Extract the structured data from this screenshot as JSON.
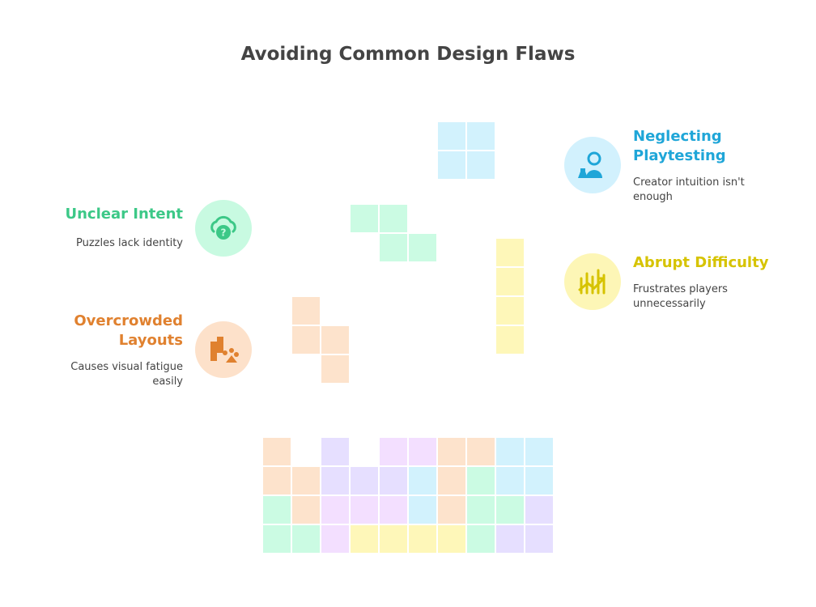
{
  "title": "Avoiding Common Design Flaws",
  "colors": {
    "orange": "#fde3cc",
    "purple": "#e6dfff",
    "pink": "#f3dfff",
    "blue": "#d2f2fd",
    "green": "#cbfbe3",
    "yellow": "#fef7b9"
  },
  "items": [
    {
      "title": "Unclear Intent",
      "desc": "Puzzles lack identity",
      "color": "#3cc887",
      "bg": "#c8fae1",
      "icon": "cloud-question-icon"
    },
    {
      "title": "Overcrowded Layouts",
      "desc": "Causes visual fatigue easily",
      "color": "#e0812f",
      "bg": "#fde1ca",
      "icon": "clutter-icon"
    },
    {
      "title": "Neglecting Playtesting",
      "desc": "Creator intuition isn't enough",
      "color": "#1fa6d8",
      "bg": "#d2f1fd",
      "icon": "tester-icon"
    },
    {
      "title": "Abrupt Difficulty",
      "desc": "Frustrates players unnecessarily",
      "color": "#d6c300",
      "bg": "#fdf6b6",
      "icon": "rising-chart-icon"
    }
  ],
  "grid": [
    [
      "orange",
      "",
      "purple",
      "",
      "pink",
      "pink",
      "orange",
      "orange",
      "blue",
      "blue"
    ],
    [
      "orange",
      "orange",
      "purple",
      "purple",
      "purple",
      "blue",
      "orange",
      "green",
      "blue",
      "blue"
    ],
    [
      "green",
      "orange",
      "pink",
      "pink",
      "pink",
      "blue",
      "orange",
      "green",
      "green",
      "purple"
    ],
    [
      "green",
      "green",
      "pink",
      "yellow",
      "yellow",
      "yellow",
      "yellow",
      "green",
      "purple",
      "purple"
    ]
  ],
  "pieces": [
    {
      "name": "blue-square-piece",
      "color": "blue",
      "cells": [
        [
          0,
          0
        ],
        [
          1,
          0
        ],
        [
          0,
          1
        ],
        [
          1,
          1
        ]
      ]
    },
    {
      "name": "green-s-piece",
      "color": "green",
      "cells": [
        [
          0,
          0
        ],
        [
          1,
          0
        ],
        [
          1,
          1
        ],
        [
          2,
          1
        ]
      ]
    },
    {
      "name": "yellow-i-piece",
      "color": "yellow",
      "cells": [
        [
          0,
          0
        ],
        [
          0,
          1
        ],
        [
          0,
          2
        ],
        [
          0,
          3
        ]
      ]
    },
    {
      "name": "orange-s-piece",
      "color": "orange",
      "cells": [
        [
          0,
          0
        ],
        [
          0,
          1
        ],
        [
          1,
          1
        ],
        [
          1,
          2
        ]
      ]
    }
  ]
}
